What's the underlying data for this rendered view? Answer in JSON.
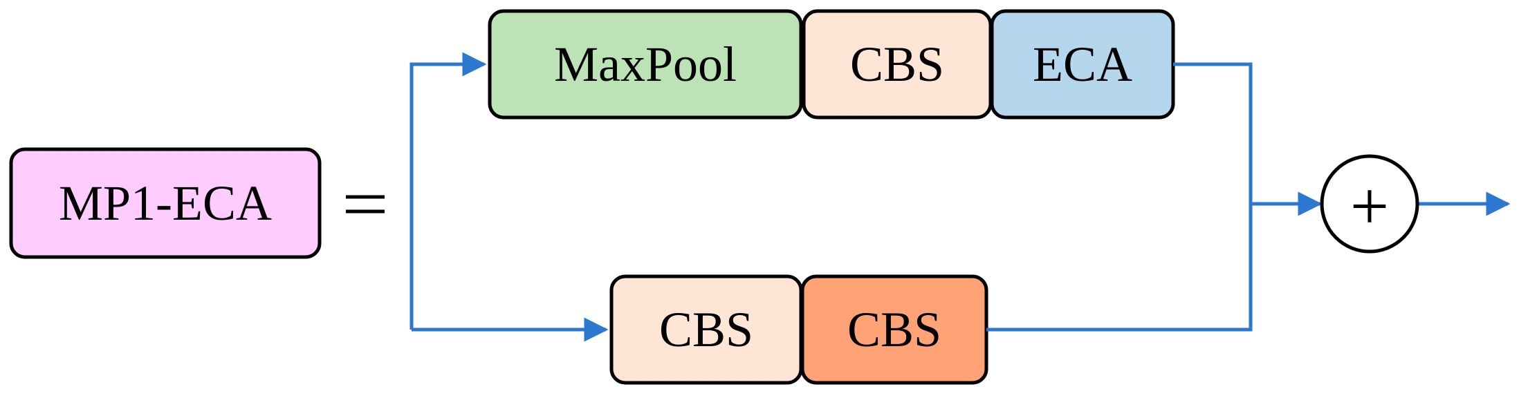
{
  "diagram": {
    "module": {
      "label": "MP1-ECA",
      "color": "#FFCCFF"
    },
    "equals_sign": "=",
    "top_branch": [
      {
        "label": "MaxPool",
        "color": "#BBE3B6"
      },
      {
        "label": "CBS",
        "color": "#FFE5D5"
      },
      {
        "label": "ECA",
        "color": "#B5D7EE"
      }
    ],
    "bottom_branch": [
      {
        "label": "CBS",
        "color": "#FFE5D5"
      },
      {
        "label": "CBS",
        "color": "#FFA276"
      }
    ],
    "merge_symbol": "+",
    "connector_color": "#2B78CE"
  }
}
